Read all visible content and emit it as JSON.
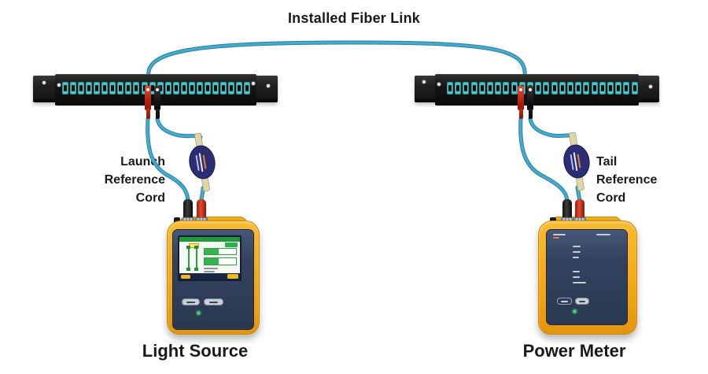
{
  "title": "Installed Fiber Link",
  "labels": {
    "launch_reference_cord": {
      "line1": "Launch",
      "line2": "Reference",
      "line3": "Cord"
    },
    "tail_reference_cord": {
      "line1": "Tail",
      "line2": "Reference",
      "line3": "Cord"
    },
    "left_device": "Light Source",
    "right_device": "Power Meter"
  },
  "equipment": {
    "patch_panels": {
      "count": 2,
      "ports_per_panel": 24,
      "port_style": "aqua duplex fiber adapters"
    },
    "reference_cords": {
      "count": 2,
      "inline_coupler": "navy oval coupler on each cord"
    },
    "connectors": {
      "panel_plugs": [
        "red",
        "black"
      ],
      "device_ports": [
        "black",
        "red"
      ]
    }
  },
  "colors": {
    "fiber_cable": "#45abce",
    "port_aqua": "#4cc4c8",
    "panel_black": "#161616",
    "device_yellow": "#f1a715",
    "device_navy": "#33425f",
    "coupler_navy": "#2b2e72",
    "connector_red": "#b52313",
    "connector_black": "#161616",
    "led_green": "#35d06a",
    "screen_green": "#1f9a39",
    "label_text": "#1a1a1a"
  }
}
